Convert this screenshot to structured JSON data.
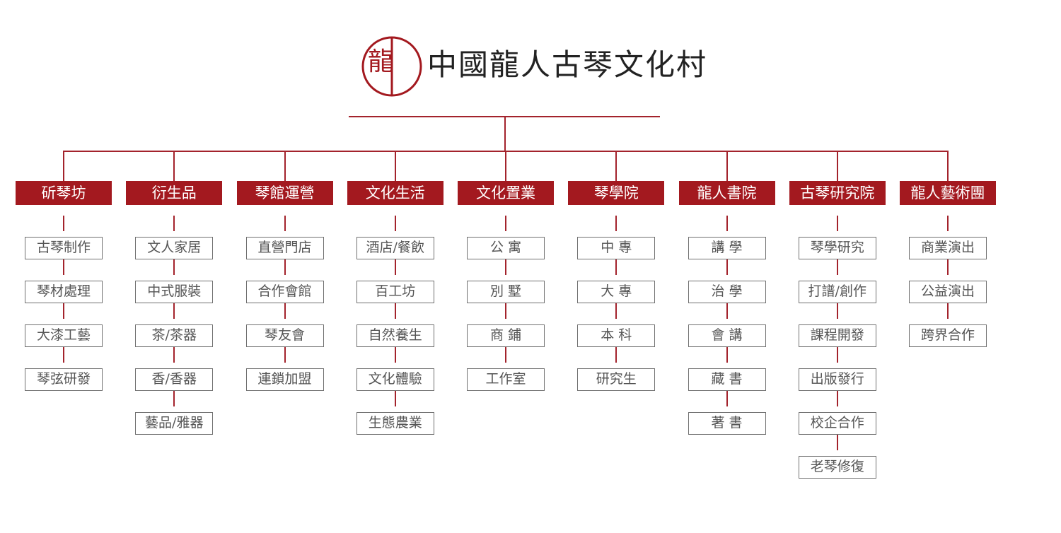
{
  "logo": {
    "seal_char": "龍",
    "title": "中國龍人古琴文化村"
  },
  "colors": {
    "accent": "#a3191f",
    "connector": "#a3232c",
    "box_border": "#707070",
    "box_text": "#555555"
  },
  "columns": [
    {
      "header": "斫琴坊",
      "items": [
        "古琴制作",
        "琴材處理",
        "大漆工藝",
        "琴弦研發"
      ]
    },
    {
      "header": "衍生品",
      "items": [
        "文人家居",
        "中式服裝",
        "茶/茶器",
        "香/香器",
        "藝品/雅器"
      ]
    },
    {
      "header": "琴館運營",
      "items": [
        "直營門店",
        "合作會館",
        "琴友會",
        "連鎖加盟"
      ]
    },
    {
      "header": "文化生活",
      "items": [
        "酒店/餐飲",
        "百工坊",
        "自然養生",
        "文化體驗",
        "生態農業"
      ]
    },
    {
      "header": "文化置業",
      "items": [
        "公 寓",
        "別 墅",
        "商 鋪",
        "工作室"
      ]
    },
    {
      "header": "琴學院",
      "items": [
        "中 專",
        "大 專",
        "本 科",
        "研究生"
      ]
    },
    {
      "header": "龍人書院",
      "items": [
        "講 學",
        "治 學",
        "會 講",
        "藏 書",
        "著 書"
      ]
    },
    {
      "header": "古琴研究院",
      "items": [
        "琴學研究",
        "打譜/創作",
        "課程開發",
        "出版發行",
        "校企合作",
        "老琴修復"
      ]
    },
    {
      "header": "龍人藝術團",
      "items": [
        "商業演出",
        "公益演出",
        "跨界合作"
      ]
    }
  ]
}
